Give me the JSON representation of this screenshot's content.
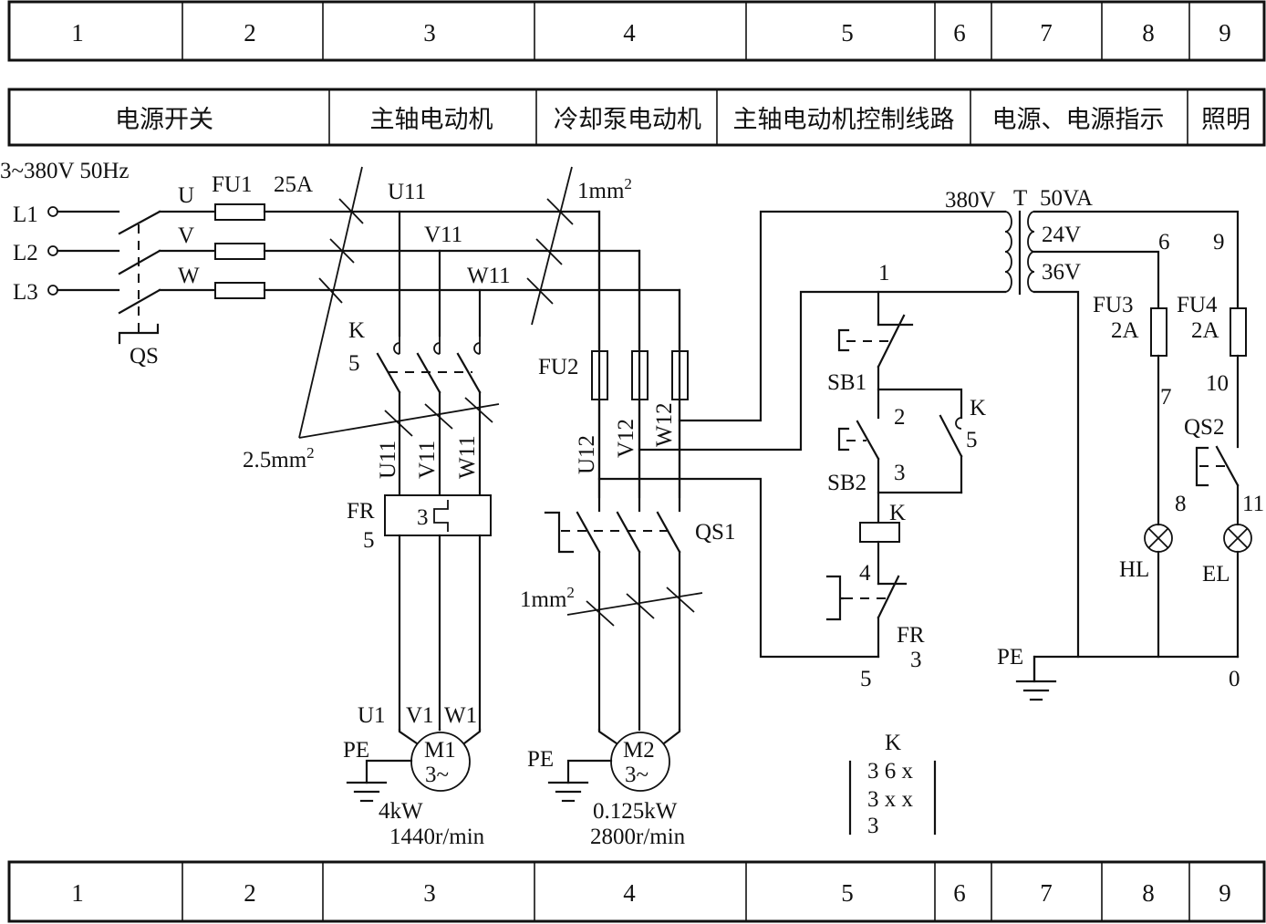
{
  "top_zone_row": {
    "cells": [
      "1",
      "2",
      "3",
      "4",
      "5",
      "6",
      "7",
      "8",
      "9"
    ]
  },
  "function_row": {
    "cells": [
      "电源开关",
      "主轴电动机",
      "冷却泵电动机",
      "主轴电动机控制线路",
      "电源、电源指示",
      "照明"
    ]
  },
  "bottom_zone_row": {
    "cells": [
      "1",
      "2",
      "3",
      "4",
      "5",
      "6",
      "7",
      "8",
      "9"
    ]
  },
  "supply": {
    "spec": "3~380V  50Hz",
    "lines": [
      "L1",
      "L2",
      "L3"
    ],
    "phases": [
      "U",
      "V",
      "W"
    ],
    "main_switch": "QS"
  },
  "fuse_fu1": {
    "name": "FU1",
    "rating": "25A"
  },
  "wire_labels": {
    "u11": "U11",
    "v11": "V11",
    "w11": "W11",
    "u11_vert": "U11",
    "v11_vert": "V11",
    "w11_vert": "W11",
    "u12": "U12",
    "v12": "V12",
    "w12": "W12",
    "cross_section_main": "2.5mm",
    "cross_section_aux": "1mm",
    "cross_section_m2": "1mm",
    "superscript": "2"
  },
  "contactor_main": {
    "name": "K",
    "ref": "5"
  },
  "overload_relay": {
    "name": "FR",
    "ref": "5",
    "elements": "3"
  },
  "fuse_fu2": {
    "name": "FU2"
  },
  "switch_qs1": {
    "name": "QS1"
  },
  "motor_m1": {
    "name": "M1",
    "phase": "3~",
    "terminals": [
      "U1",
      "V1",
      "W1"
    ],
    "ground": "PE",
    "power": "4kW",
    "speed": "1440r/min"
  },
  "motor_m2": {
    "name": "M2",
    "phase": "3~",
    "ground": "PE",
    "power": "0.125kW",
    "speed": "2800r/min"
  },
  "transformer": {
    "primary": "380V",
    "name": "T",
    "rating": "50VA",
    "secondary_1": "24V",
    "secondary_2": "36V"
  },
  "control_circuit": {
    "node_1": "1",
    "node_2": "2",
    "node_3": "3",
    "node_4": "4",
    "node_5": "5",
    "stop_button": "SB1",
    "start_button": "SB2",
    "aux_contact": "K",
    "aux_contact_ref": "5",
    "coil": "K",
    "overload_contact": "FR",
    "overload_contact_ref": "3"
  },
  "indicator_circuit": {
    "node_6": "6",
    "node_7": "7",
    "node_8": "8",
    "fuse": "FU3",
    "fuse_rating": "2A",
    "lamp": "HL"
  },
  "lighting_circuit": {
    "node_9": "9",
    "node_10": "10",
    "node_11": "11",
    "node_0": "0",
    "fuse": "FU4",
    "fuse_rating": "2A",
    "switch": "QS2",
    "lamp": "EL"
  },
  "ground_label": "PE",
  "contact_table": {
    "title": "K",
    "rows": [
      "3 6 x",
      "3 x x",
      "3"
    ]
  }
}
